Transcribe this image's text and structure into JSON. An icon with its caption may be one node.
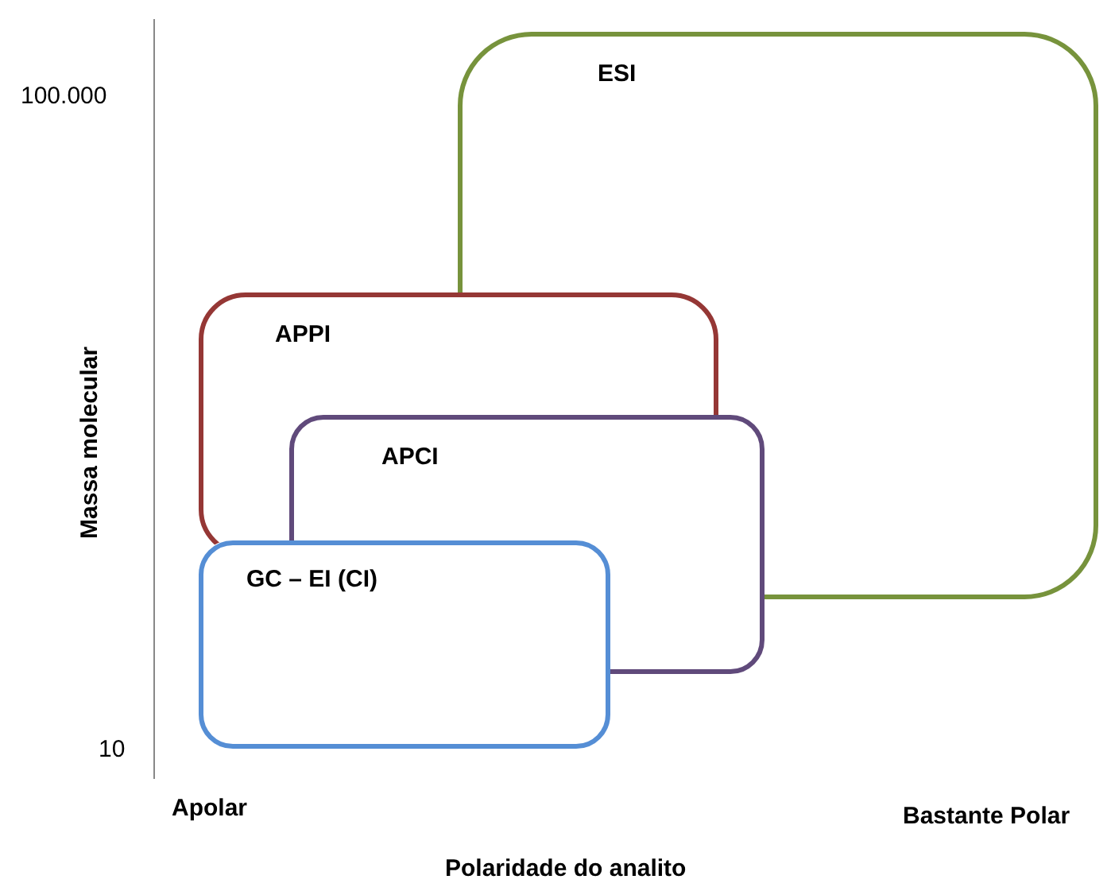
{
  "diagram": {
    "nodes": [
      {
        "text": [
          "ESI"
        ]
      },
      {
        "text": [
          "APPI"
        ]
      },
      {
        "text": [
          "APCI"
        ]
      },
      {
        "text": [
          "GC – EI (CI)"
        ]
      }
    ],
    "labels": [
      "100.000",
      "10",
      "Massa molecular",
      "Apolar",
      "Bastante Polar",
      "Polaridade do analito"
    ]
  }
}
